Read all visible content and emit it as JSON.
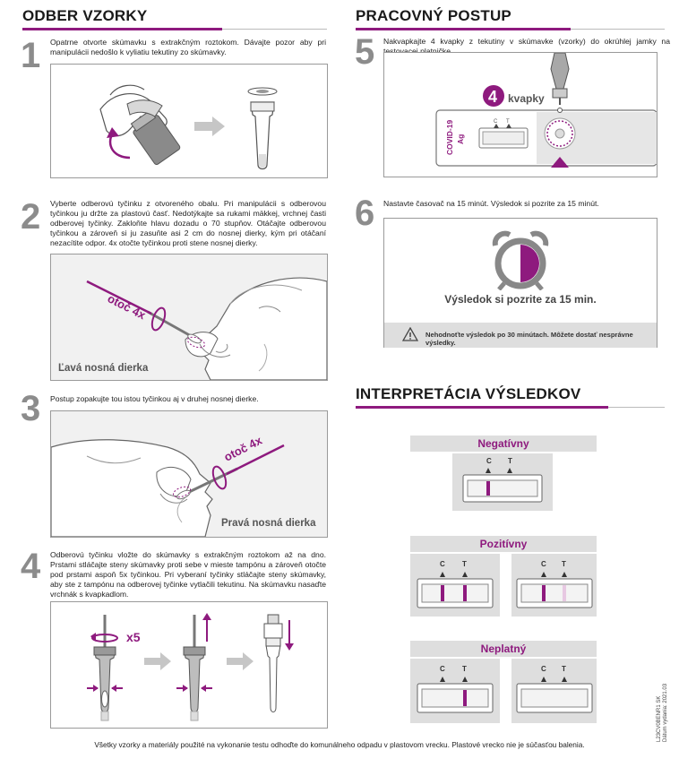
{
  "left": {
    "title": "ODBER VZORKY",
    "steps": [
      {
        "num": "1",
        "text": "Opatrne otvorte skúmavku s extrakčným roztokom. Dávajte pozor aby pri manipulácii nedošlo k vyliatiu tekutiny zo skúmavky."
      },
      {
        "num": "2",
        "text": "Vyberte odberovú tyčinku z otvoreného obalu. Pri manipulácii s odberovou tyčinkou ju držte za plastovú časť.  Nedotýkajte sa rukami mäkkej, vrchnej časti odberovej tyčinky. Zakloňte hlavu dozadu o 70 stupňov. Otáčajte odberovou tyčinkou a zároveň si ju zasuňte asi 2 cm do nosnej dierky, kým pri otáčaní nezacítite odpor. 4x otočte tyčinkou proti stene nosnej dierky."
      },
      {
        "num": "3",
        "text": "Postup zopakujte tou istou tyčinkou aj v druhej nosnej dierke."
      },
      {
        "num": "4",
        "text": "Odberovú tyčinku vložte do skúmavky s extrakčným roztokom až na dno. Prstami stláčajte  steny skúmavky proti sebe v mieste tampónu a zároveň otočte pod prstami aspoň 5x tyčinkou. Pri vyberaní tyčinky stláčajte steny skúmavky, aby ste z tampónu na odberovej tyčinke vytlačili tekutinu. Na skúmavku nasaďte vrchnák s kvapkadlom."
      }
    ],
    "fig2_rotate": "otoč 4x",
    "fig2_caption": "Ľavá nosná dierka",
    "fig3_rotate": "otoč 4x",
    "fig3_caption": "Pravá nosná dierka",
    "fig4_x5": "x5"
  },
  "right": {
    "title": "PRACOVNÝ POSTUP",
    "steps": [
      {
        "num": "5",
        "text": "Nakvapkajte 4 kvapky z tekutiny v skúmavke (vzorky) do okrúhlej jamky na testovacej platničke."
      },
      {
        "num": "6",
        "text": "Nastavte časovač na 15 minút. Výsledok si pozrite za 15 minút."
      }
    ],
    "fig5_drops_num": "4",
    "fig5_drops_label": "kvapky",
    "cassette_label_1": "COVID-19",
    "cassette_label_2": "Ag",
    "cassette_c": "C",
    "cassette_t": "T",
    "timer_text": "Výsledok si pozrite za 15 min.",
    "warning_text": "Nehodnoťte výsledok po 30 minútach. Môžete dostať nesprávne výsledky."
  },
  "interp": {
    "title": "INTERPRETÁCIA VÝSLEDKOV",
    "negative": "Negatívny",
    "positive": "Pozitívny",
    "invalid": "Neplatný",
    "c": "C",
    "t": "T"
  },
  "side_code": "L23CV0BENR1 SK",
  "side_date": "Dátum vydania: 2021.03",
  "footer": "Všetky vzorky a materiály použité na vykonanie testu odhoďte do komunálneho odpadu v plastovom vrecku. Plastové vrecko nie je súčasťou balenia.",
  "colors": {
    "accent": "#8e1a7e",
    "step_number": "#8c8c8c",
    "panel": "#dedede"
  }
}
